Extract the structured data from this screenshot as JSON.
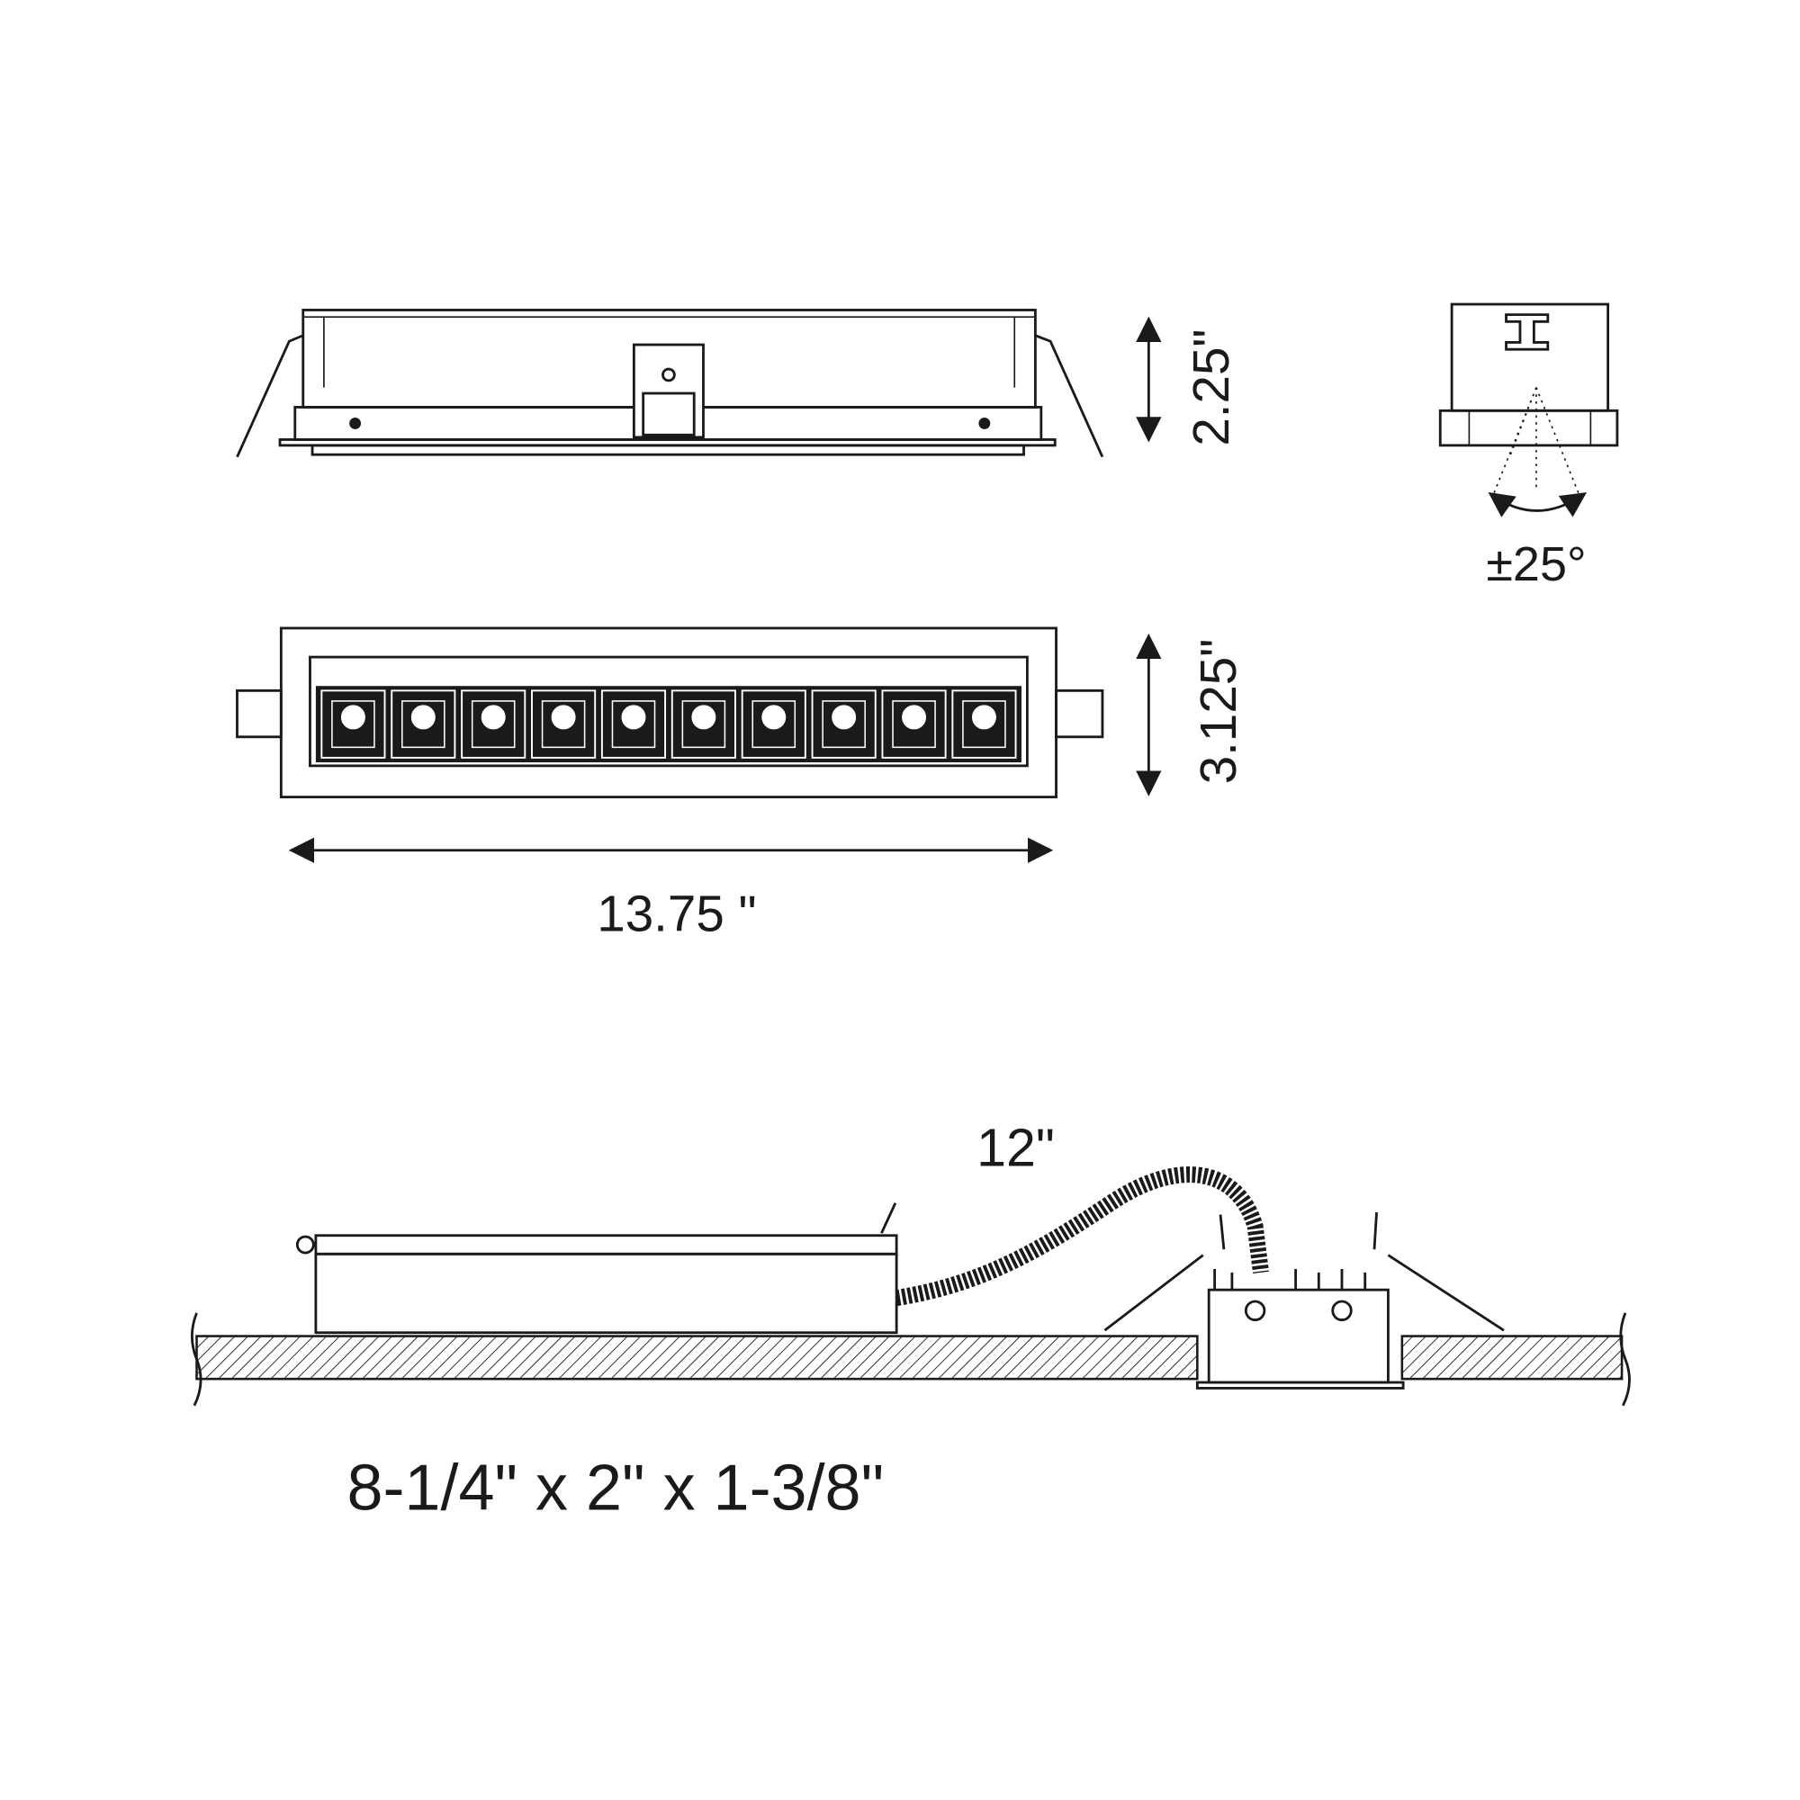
{
  "dimensions": {
    "height": "2.25\"",
    "depth": "3.125\"",
    "length": "13.75 \"",
    "tilt": "±25°",
    "whip_length": "12\"",
    "driver_box": "8-1/4\" x 2\" x 1-3/8\""
  },
  "led_count": 10,
  "colors": {
    "line": "#1a1a1a",
    "background": "#ffffff"
  }
}
